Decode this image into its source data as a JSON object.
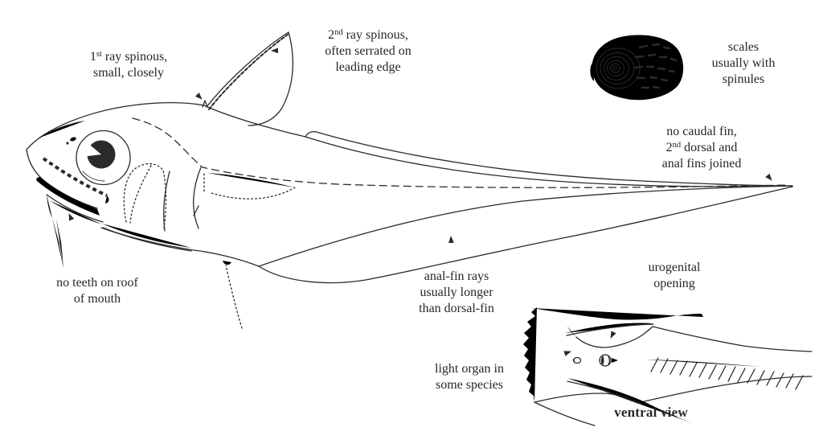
{
  "colors": {
    "ink": "#2b2b2b",
    "text": "#26262c",
    "background": "#ffffff"
  },
  "labels": {
    "first_ray": {
      "line1_base": "1",
      "line1_sup": "st",
      "line1_rest": " ray spinous,",
      "line2": "small, closely"
    },
    "second_ray": {
      "line1_base": "2",
      "line1_sup": "nd",
      "line1_rest": " ray spinous,",
      "line2": "often serrated on",
      "line3": "leading edge"
    },
    "scales": {
      "line1": "scales",
      "line2": "usually with",
      "line3": "spinules"
    },
    "no_caudal": {
      "line1": "no caudal fin,",
      "line2_base": "2",
      "line2_sup": "nd",
      "line2_rest": " dorsal and",
      "line3": "anal fins joined"
    },
    "no_teeth": {
      "line1": "no teeth on roof",
      "line2": "of mouth"
    },
    "anal_fin": {
      "line1": "anal-fin rays",
      "line2": "usually longer",
      "line3": "than dorsal-fin"
    },
    "urogenital": {
      "line1": "urogenital",
      "line2": "opening"
    },
    "light_organ": {
      "line1": "light organ in",
      "line2": "some species"
    },
    "ventral_view": {
      "text": "ventral view"
    }
  }
}
